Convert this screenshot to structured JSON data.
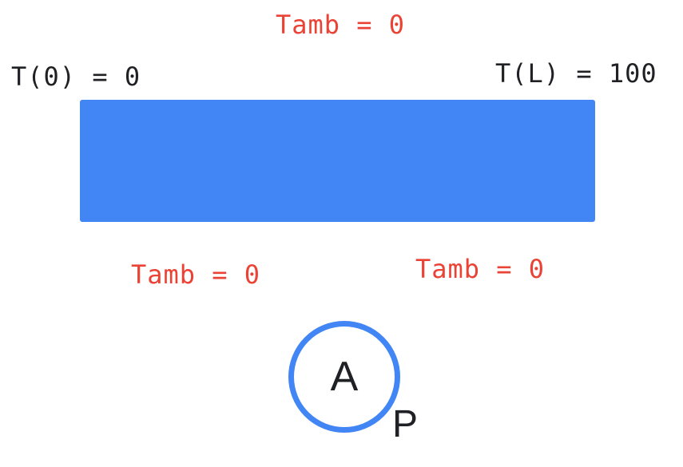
{
  "colors": {
    "blue": "#4285F4",
    "red": "#EA4335",
    "text": "#202124"
  },
  "labels": {
    "tamb_top": "Tamb = 0",
    "t_left": "T(0) = 0",
    "t_right": "T(L) = 100",
    "tamb_bottom_left": "Tamb = 0",
    "tamb_bottom_right": "Tamb = 0"
  },
  "shapes": {
    "rod": {
      "fill": "#4285F4"
    },
    "node": {
      "label": "A",
      "stroke": "#4285F4"
    },
    "point_label": "P"
  }
}
